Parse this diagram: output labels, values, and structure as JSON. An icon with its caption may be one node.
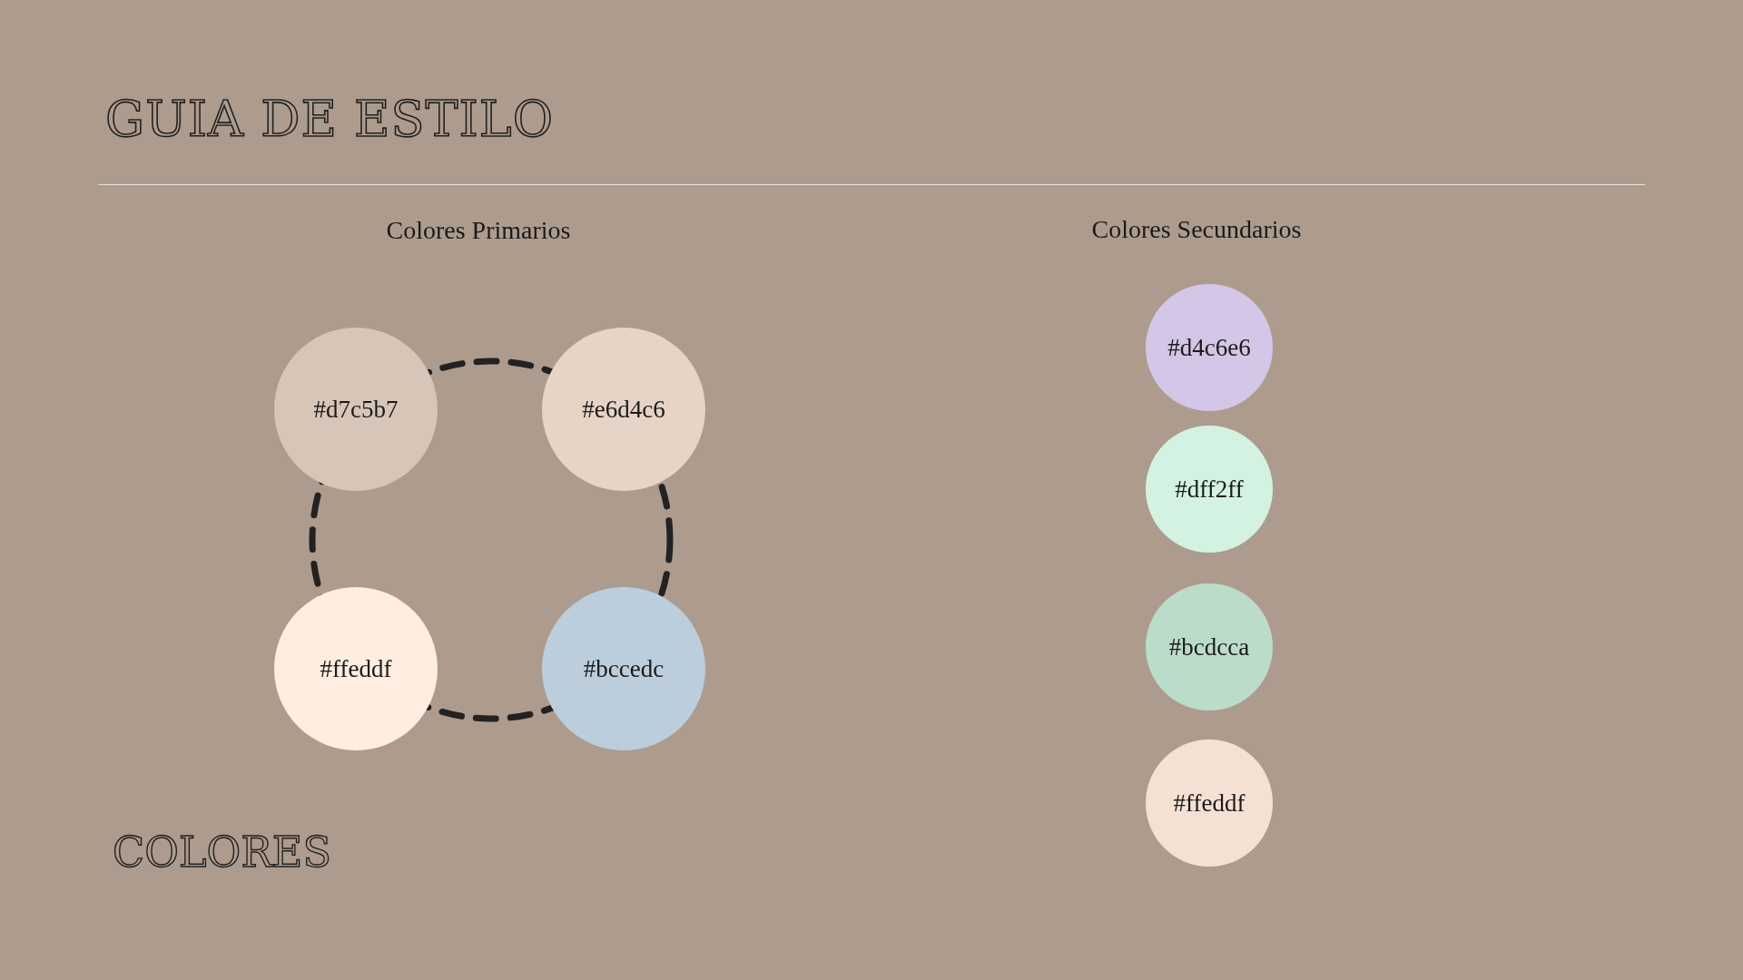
{
  "diagram": {
    "title": "GUIA DE ESTILO",
    "nodes": [
      {
        "text": [
          "#d7c5b7"
        ]
      },
      {
        "text": [
          "#e6d4c6"
        ]
      },
      {
        "text": [
          "#ffeddf"
        ]
      },
      {
        "text": [
          "#bccedc"
        ]
      },
      {
        "text": [
          "#d4c6e6"
        ]
      },
      {
        "text": [
          "#dff2ff"
        ]
      },
      {
        "text": [
          "#bcdcca"
        ]
      },
      {
        "text": [
          "#ffeddf"
        ]
      }
    ],
    "edges": [],
    "labels": [
      "Colores Primarios",
      "Colores Secundarios",
      "COLORES"
    ]
  }
}
